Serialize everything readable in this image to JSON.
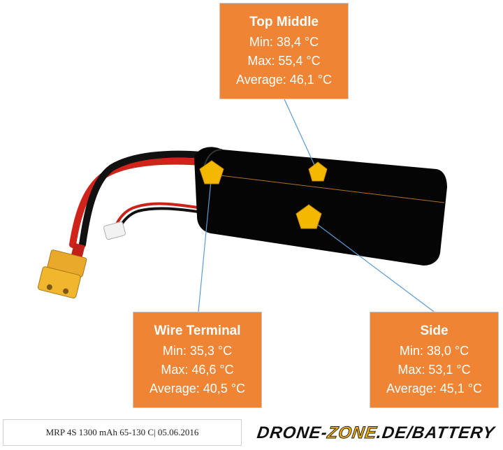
{
  "callouts": {
    "top_middle": {
      "title": "Top Middle",
      "min": "Min: 38,4 °C",
      "max": "Max: 55,4 °C",
      "avg": "Average: 46,1 °C"
    },
    "wire_terminal": {
      "title": "Wire Terminal",
      "min": "Min: 35,3 °C",
      "max": "Max: 46,6 °C",
      "avg": "Average: 40,5 °C"
    },
    "side": {
      "title": "Side",
      "min": "Min: 38,0 °C",
      "max": "Max: 53,1 °C",
      "avg": "Average: 45,1 °C"
    }
  },
  "caption": "MRP 4S 1300 mAh 65-130 C| 05.06.2016",
  "brand": {
    "part1": "DRONE-",
    "part2": "ZONE",
    "part3": ".DE/BATTERY"
  },
  "colors": {
    "callout": "#ee8434",
    "marker": "#f5b800",
    "leader": "#5b9bd5",
    "battery": "#050505"
  }
}
